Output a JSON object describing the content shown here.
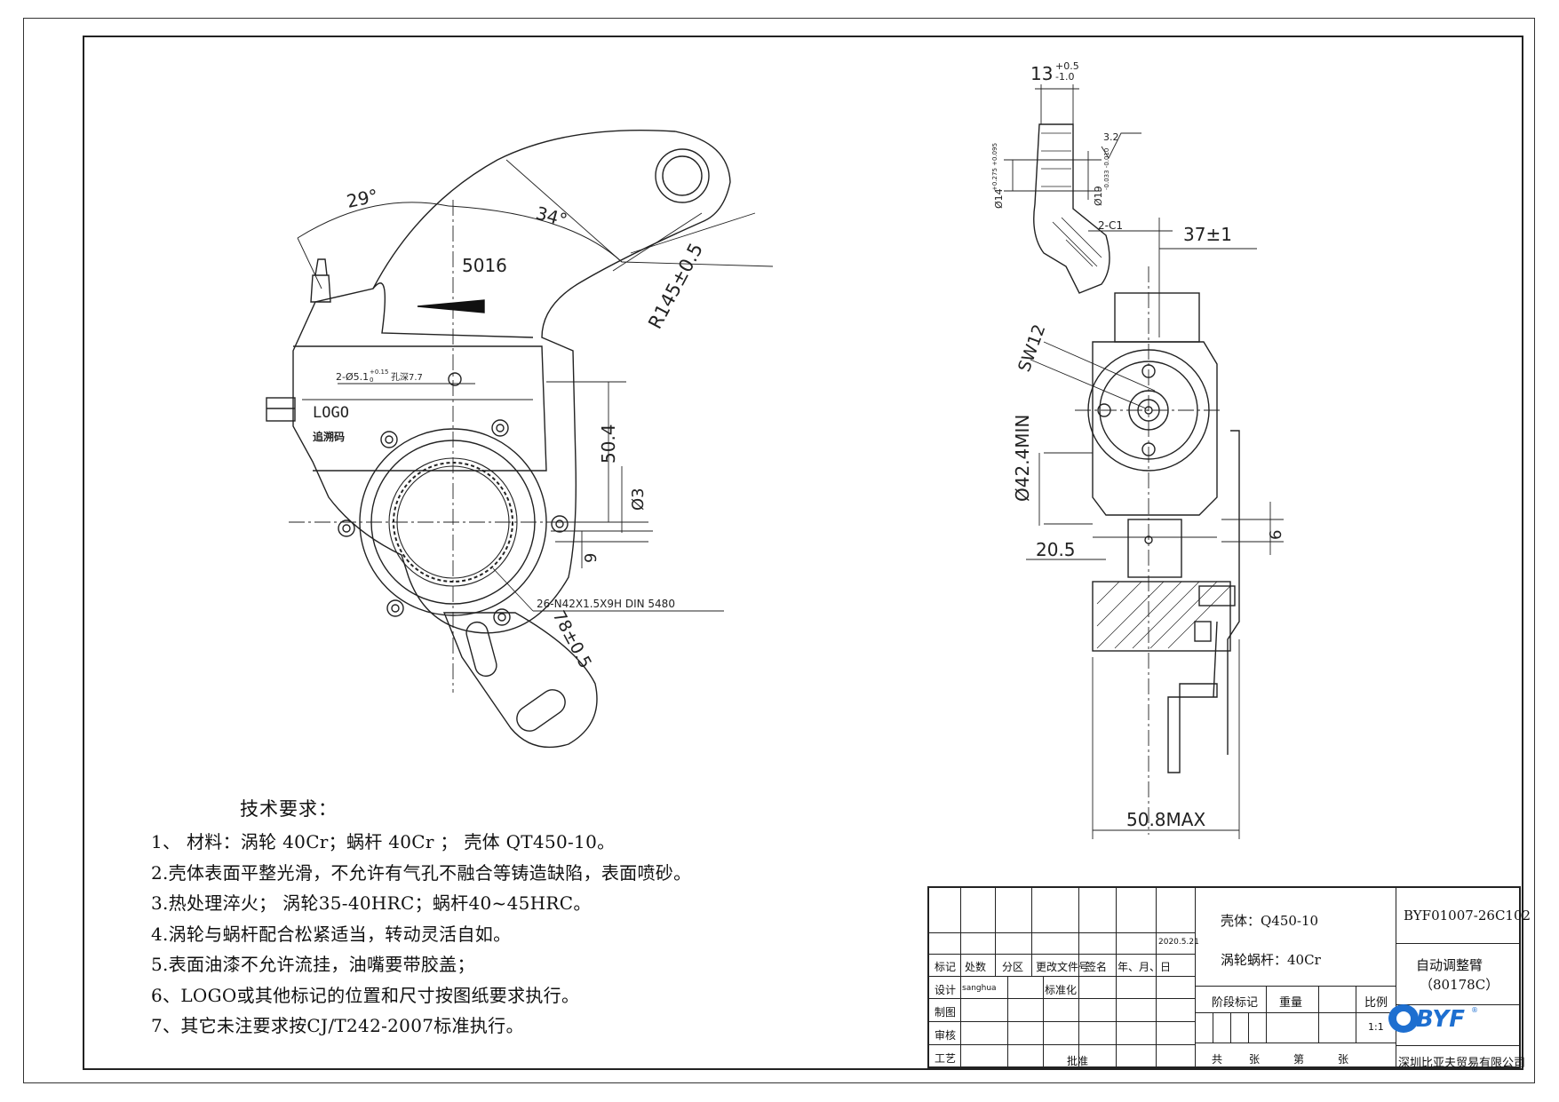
{
  "drawing": {
    "dimensions_left": {
      "angle_29": "29°",
      "angle_34": "34°",
      "part_number_mark": "5016",
      "radius": "R145±0.5",
      "hole_spec_main": "2-Ø5.1",
      "hole_spec_tol": "+0.15",
      "hole_spec_tol_low": "0",
      "hole_spec_depth": "孔深7.7",
      "logo_text": "LOGO",
      "trace_code": "追溯码",
      "dim_50_4": "50.4",
      "dim_phi3": "Ø3",
      "dim_9": "9",
      "spline_spec": "26-N42X1.5X9H DIN 5480",
      "dim_78": "78±0.5"
    },
    "dimensions_right": {
      "dim_13": "13",
      "dim_13_tol_up": "+0.5",
      "dim_13_tol_low": "-1.0",
      "roughness": "3.2",
      "dim_phi14": "Ø14",
      "dim_phi14_tol": "+0.275 +0.095",
      "dim_phi19": "Ø19",
      "dim_phi19_tol": "-0.033 -0.010",
      "chamfer": "2-C1",
      "dim_37": "37±1",
      "sw12": "SW12",
      "dim_42_4": "Ø42.4MIN",
      "dim_20_5": "20.5",
      "dim_6": "6",
      "dim_50_8": "50.8MAX"
    }
  },
  "notes": {
    "title": "技术要求：",
    "items": [
      "1、 材料：涡轮 40Cr；蜗杆 40Cr ；  壳体 QT450-10。",
      "2.壳体表面平整光滑，不允许有气孔不融合等铸造缺陷，表面喷砂。",
      "3.热处理淬火；  涡轮35-40HRC；蜗杆40~45HRC。",
      "4.涡轮与蜗杆配合松紧适当，转动灵活自如。",
      "5.表面油漆不允许流挂，油嘴要带胶盖；",
      "6、LOGO或其他标记的位置和尺寸按图纸要求执行。",
      "7、其它未注要求按CJ/T242-2007标准执行。"
    ]
  },
  "title_block": {
    "date": "2020.5.21",
    "header_row": [
      "标记",
      "处数",
      "分区",
      "更改文件号",
      "签名",
      "年、月、日"
    ],
    "design_label": "设计",
    "designer": "sanghua",
    "standardize_label": "标准化",
    "draw_label": "制图",
    "review_label": "审核",
    "process_label": "工艺",
    "approve_label": "批准",
    "material_1": "壳体：Q450-10",
    "material_2": "涡轮蜗杆：40Cr",
    "stage_label": "阶段标记",
    "weight_label": "重量",
    "scale_label": "比例",
    "scale_value": "1:1",
    "sheet_row": [
      "共",
      "张",
      "第",
      "张"
    ],
    "drawing_number": "BYF01007-26C102",
    "part_name": "自动调整臂",
    "part_model": "（80178C）",
    "company": "深圳比亚夫贸易有限公司",
    "logo_text": "BYF",
    "logo_mark": "®"
  }
}
